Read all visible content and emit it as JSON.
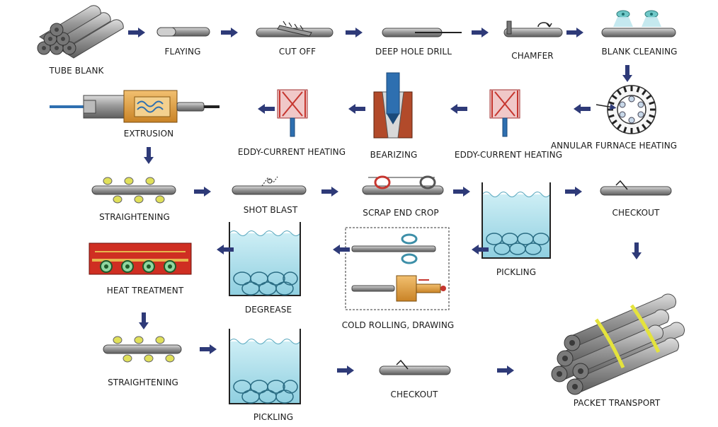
{
  "steps": {
    "tube_blank": "TUBE BLANK",
    "flaying": "FLAYING",
    "cut_off": "CUT OFF",
    "deep_hole_drill": "DEEP HOLE DRILL",
    "chamfer": "CHAMFER",
    "blank_cleaning": "BLANK CLEANING",
    "annular_furnace_heating": "ANNULAR FURNACE HEATING",
    "eddy_current_heating_1": "EDDY-CURRENT HEATING",
    "bearizing": "BEARIZING",
    "eddy_current_heating_2": "EDDY-CURRENT HEATING",
    "extrusion": "EXTRUSION",
    "straightening_1": "STRAIGHTENING",
    "shot_blast": "SHOT BLAST",
    "scrap_end_crop": "SCRAP END CROP",
    "pickling_1": "PICKLING",
    "checkout_1": "CHECKOUT",
    "cold_rolling_drawing": "COLD ROLLING, DRAWING",
    "degrease": "DEGREASE",
    "heat_treatment": "HEAT TREATMENT",
    "straightening_2": "STRAIGHTENING",
    "pickling_2": "PICKLING",
    "checkout_2": "CHECKOUT",
    "packet_transport": "PACKET TRANSPORT"
  },
  "colors": {
    "arrow": "#2e3a78",
    "tube": "#8d8d8d",
    "water": "#a8dbe8",
    "copper": "#e3a347",
    "coil": "#c6362f",
    "tie": "#e4e33c",
    "furnace": "#cf2e22"
  }
}
